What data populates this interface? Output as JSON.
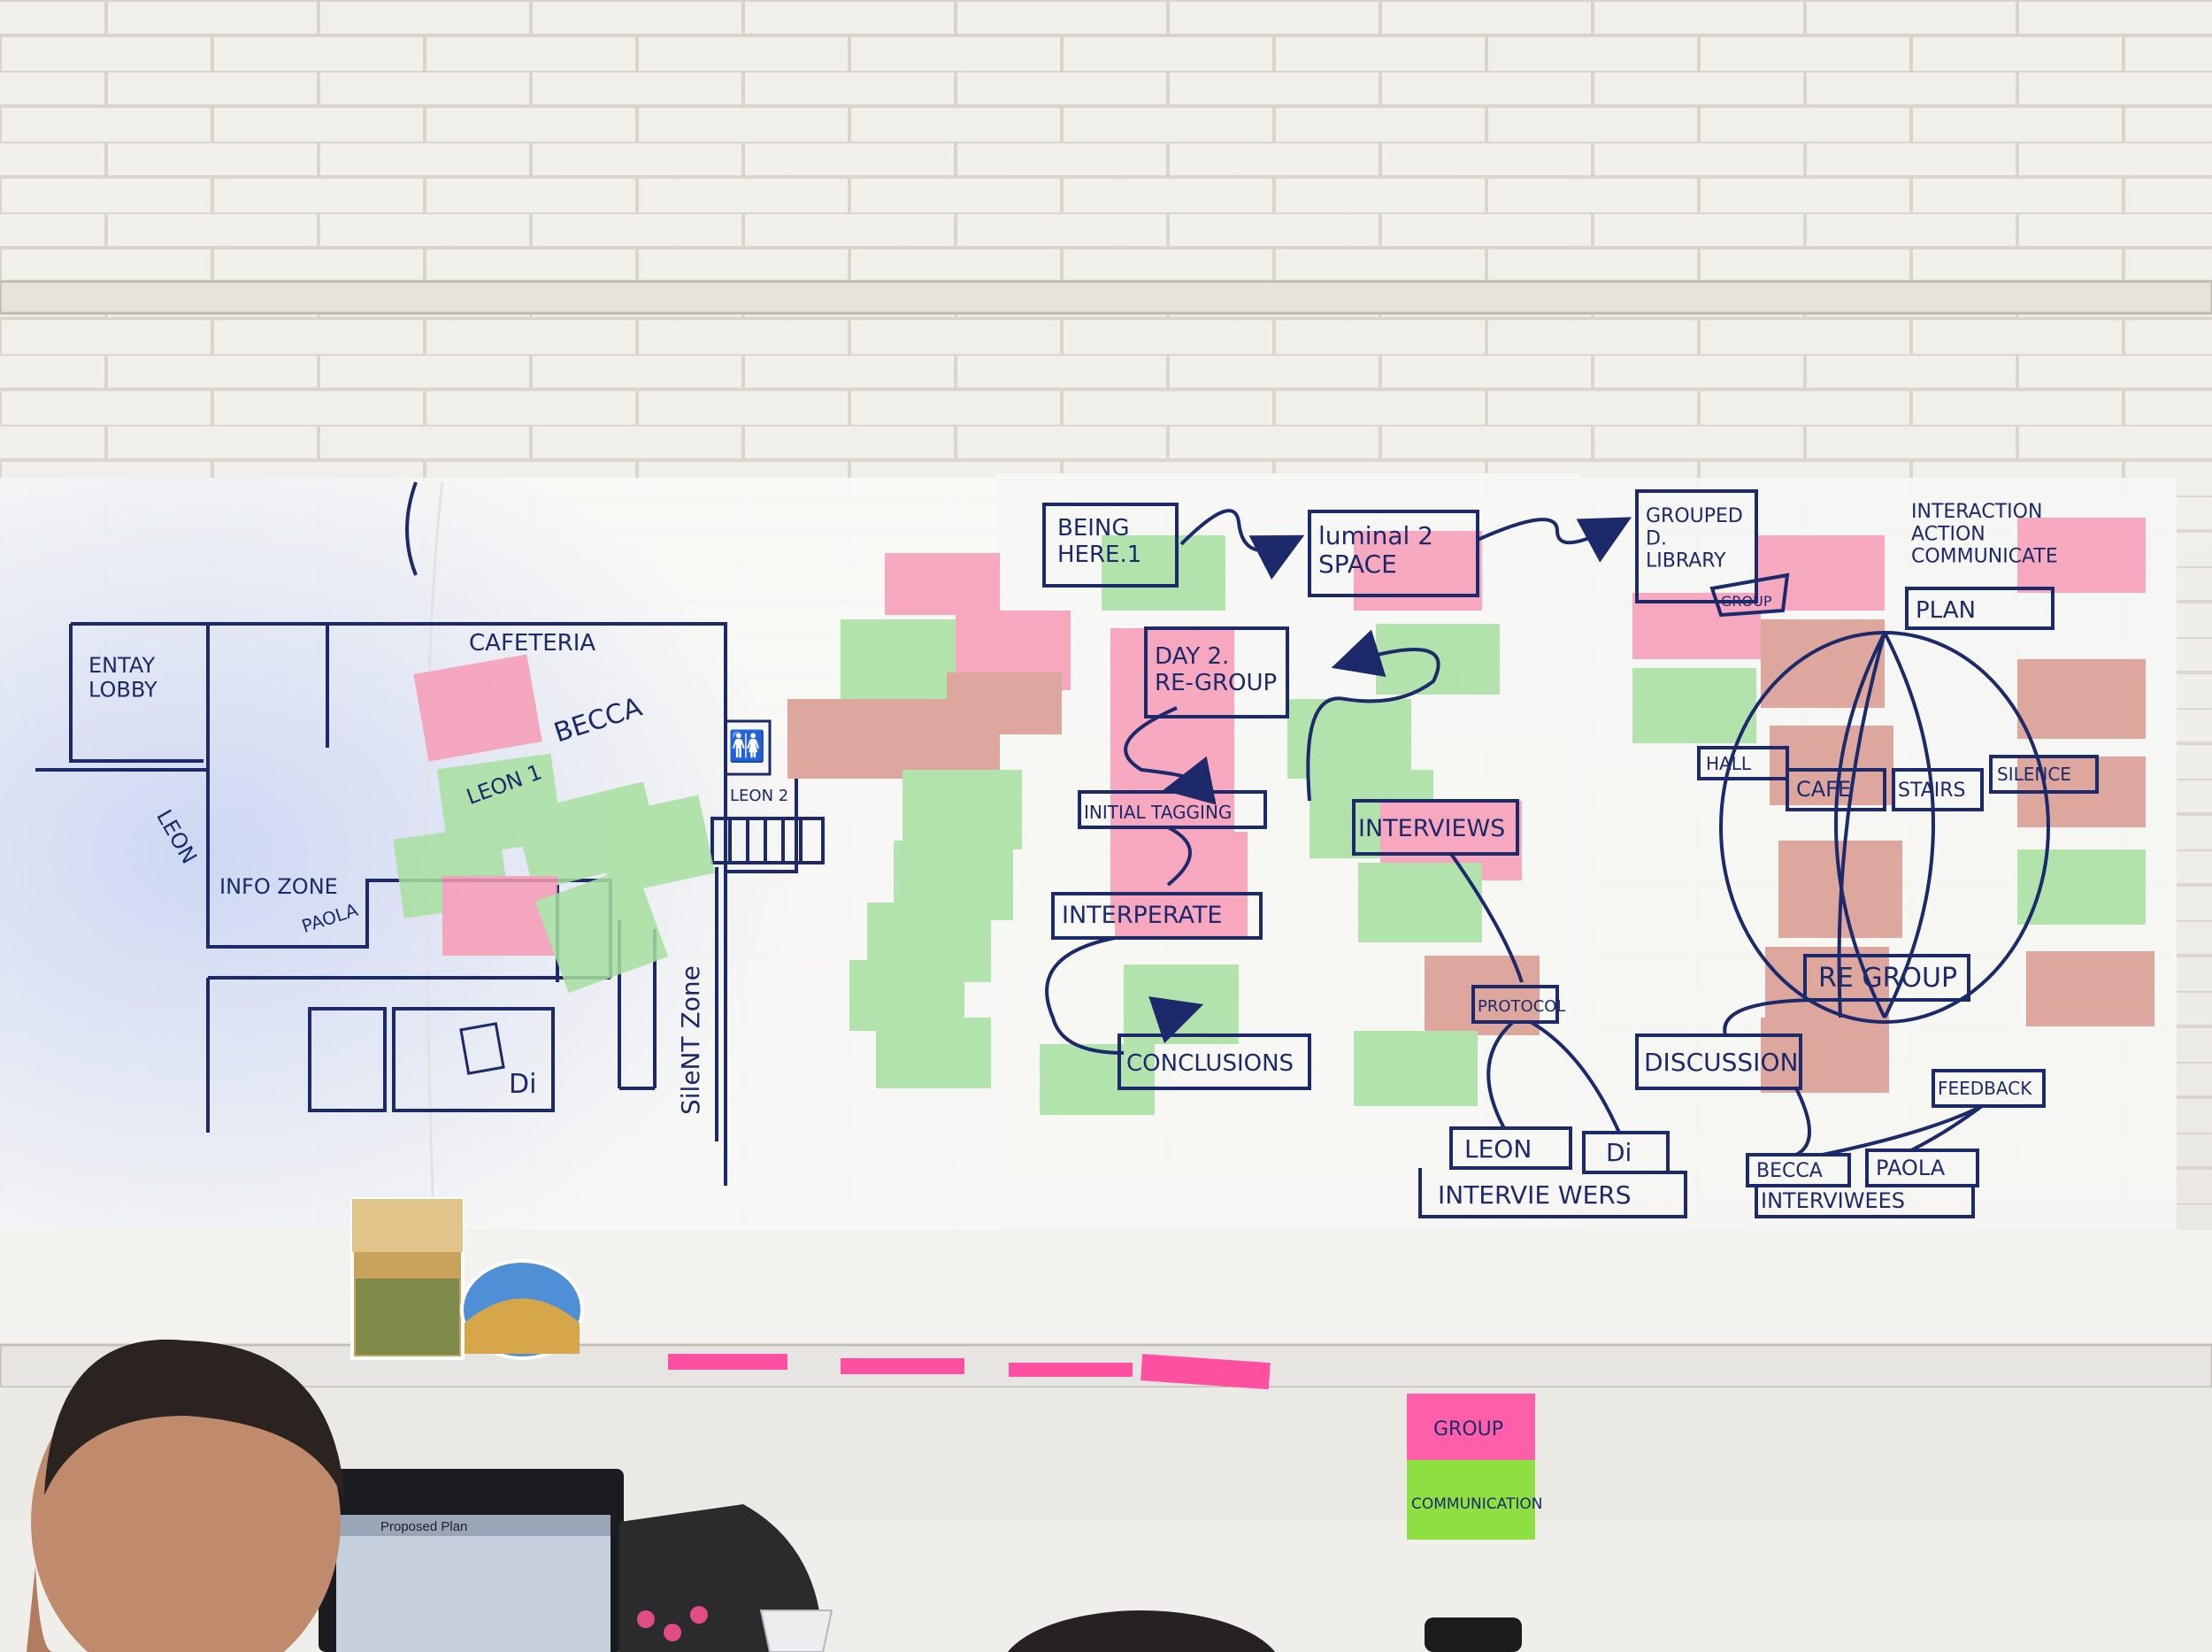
{
  "floor_plan": {
    "entry_lobby": "ENTAY\nLOBBY",
    "cafeteria": "CAFETERIA",
    "becca": "BECCA",
    "leon_1": "LEON 1",
    "leon_2": "LEON 2",
    "leon_3": "LEON",
    "info_zone": "INFO ZONE",
    "paola": "PAOLA",
    "di": "Di",
    "silent_zone": "SileNT Zone"
  },
  "process": {
    "being_here": "BEING\nHERE.1",
    "luminal_space": "luminal 2\nSPACE",
    "day2_regroup": "DAY 2.\nRE-GROUP",
    "initial_tagging": "INITIAL TAGGING",
    "interperate": "INTERPERATE",
    "conclusions": "CONCLUSIONS",
    "interviews": "INTERVIEWS",
    "protocol": "PROTOCOL",
    "leon": "LEON",
    "di": "Di",
    "interviewers": "INTERVIE WERS"
  },
  "library": {
    "grouped_library": "GROUPED\nD.\nLIBRARY",
    "group_tag": "GROUP",
    "interaction": "INTERACTION\nACTION\nCOMMUNICATE",
    "plan": "PLAN",
    "hall": "HALL",
    "cafe": "CAFE",
    "stairs": "STAIRS",
    "silence": "SILENCE",
    "regroup": "RE GROUP",
    "discussion": "DISCUSSION",
    "feedback": "FEEDBACK",
    "becca": "BECCA",
    "paola": "PAOLA",
    "interviewees": "INTERVIWEES"
  },
  "ledge_notes": {
    "group": "GROUP",
    "communication": "COMMUNICATION"
  },
  "laptop": {
    "window_title": "Proposed Plan"
  }
}
